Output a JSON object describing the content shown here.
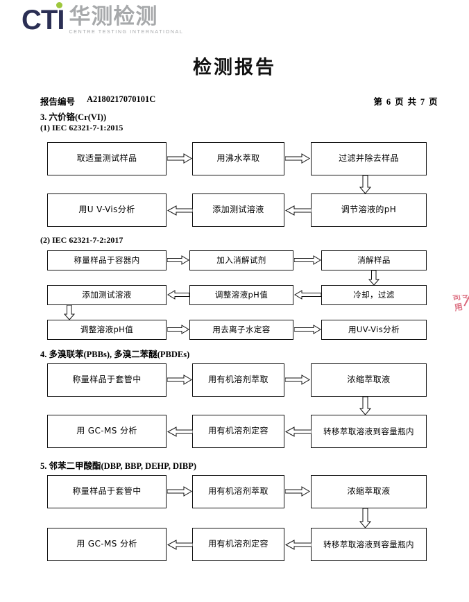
{
  "logo": {
    "mark": "CTI",
    "chinese": "华测检测",
    "english": "CENTRE TESTING INTERNATIONAL",
    "dot_color": "#9ec73d",
    "mark_color": "#2b2f54",
    "text_color": "#a7a9ab"
  },
  "document": {
    "title": "检测报告",
    "report_no_label": "报告编号",
    "report_no_value": "A2180217070101C",
    "page_indicator": "第 6 页  共 7 页"
  },
  "watermark": {
    "text": "公司专用",
    "color": "#d2425a"
  },
  "sections": [
    {
      "heading": "3. 六价铬(Cr(VI))",
      "sub_heading": "(1) IEC 62321-7-1:2015",
      "nodes": [
        "取适量测试样品",
        "用沸水萃取",
        "过滤并除去样品",
        "调节溶液的pH",
        "添加测试溶液",
        "用U V-Vis分析"
      ]
    },
    {
      "heading": "",
      "sub_heading": "(2) IEC 62321-7-2:2017",
      "nodes": [
        "称量样品于容器内",
        "加入消解试剂",
        "消解样品",
        "冷却，过滤",
        "调整溶液pH值",
        "添加测试溶液",
        "调整溶液pH值",
        "用去离子水定容",
        "用UV-Vis分析"
      ]
    },
    {
      "heading": "4. 多溴联苯(PBBs), 多溴二苯醚(PBDEs)",
      "sub_heading": "",
      "nodes": [
        "称量样品于套管中",
        "用有机溶剂萃取",
        "浓缩萃取液",
        "转移萃取溶液到容量瓶内",
        "用有机溶剂定容",
        "用 GC-MS 分析"
      ]
    },
    {
      "heading": "5. 邻苯二甲酸酯(DBP, BBP, DEHP, DIBP)",
      "sub_heading": "",
      "nodes": [
        "称量样品于套管中",
        "用有机溶剂萃取",
        "浓缩萃取液",
        "转移萃取溶液到容量瓶内",
        "用有机溶剂定容",
        "用 GC-MS 分析"
      ]
    }
  ]
}
